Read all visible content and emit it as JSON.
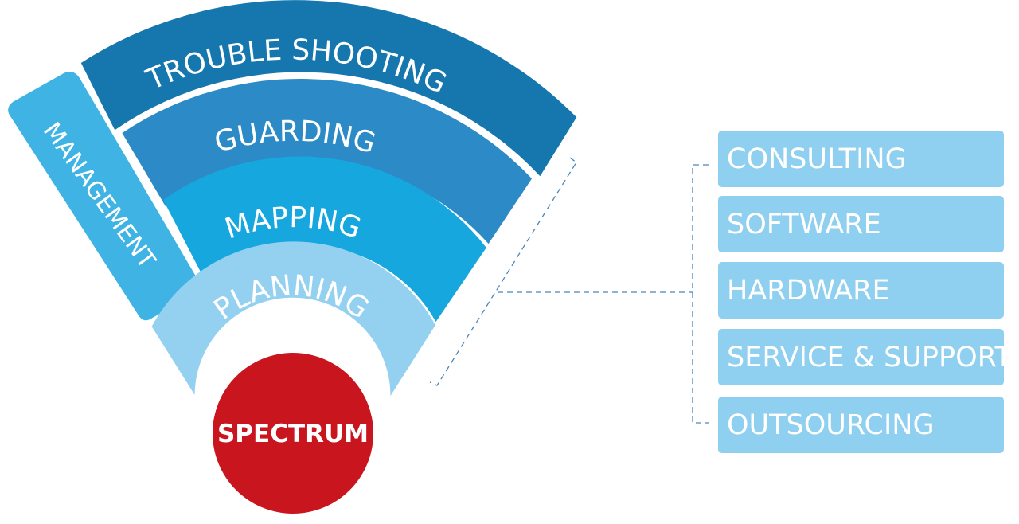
{
  "diagram": {
    "center": {
      "label": "SPECTRUM",
      "color": "#c9151e"
    },
    "side": {
      "label": "MANAGEMENT",
      "color": "#3fb3e3"
    },
    "layers": [
      {
        "label": "PLANNING",
        "color": "#94d0f0"
      },
      {
        "label": "MAPPING",
        "color": "#17a7df"
      },
      {
        "label": "GUARDING",
        "color": "#2c8bc6"
      },
      {
        "label": "TROUBLE SHOOTING",
        "color": "#1677ae"
      }
    ],
    "services": [
      {
        "label": "CONSULTING"
      },
      {
        "label": "SOFTWARE"
      },
      {
        "label": "HARDWARE"
      },
      {
        "label": "SERVICE & SUPPORT"
      },
      {
        "label": "OUTSOURCING"
      }
    ],
    "service_color": "#8fcfef",
    "connector_color": "#4a86b8"
  }
}
